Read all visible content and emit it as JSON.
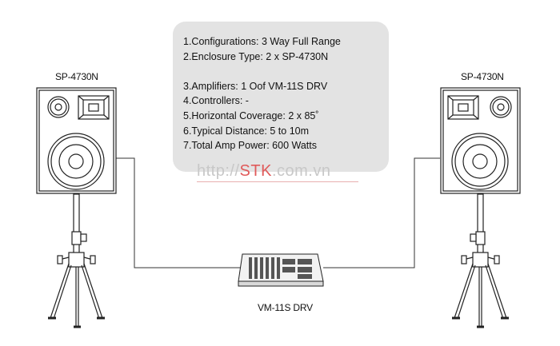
{
  "specs": [
    "1.Configurations: 3 Way Full Range",
    "2.Enclosure Type: 2 x SP-4730N",
    "3.Amplifiers: 1 Oof VM-11S DRV",
    "4.Controllers: -",
    "5.Horizontal Coverage: 2 x 85˚",
    "6.Typical Distance: 5 to 10m",
    "7.Total Amp Power: 600 Watts"
  ],
  "left_speaker_label": "SP-4730N",
  "right_speaker_label": "SP-4730N",
  "mixer_label": "VM-11S DRV",
  "watermark": {
    "prefix": "http://",
    "brand": "STK",
    "suffix": ".com.vn"
  },
  "colors": {
    "spec_box": "#e3e3e3",
    "watermark_brand": "#e05a5a",
    "line": "#333333"
  }
}
